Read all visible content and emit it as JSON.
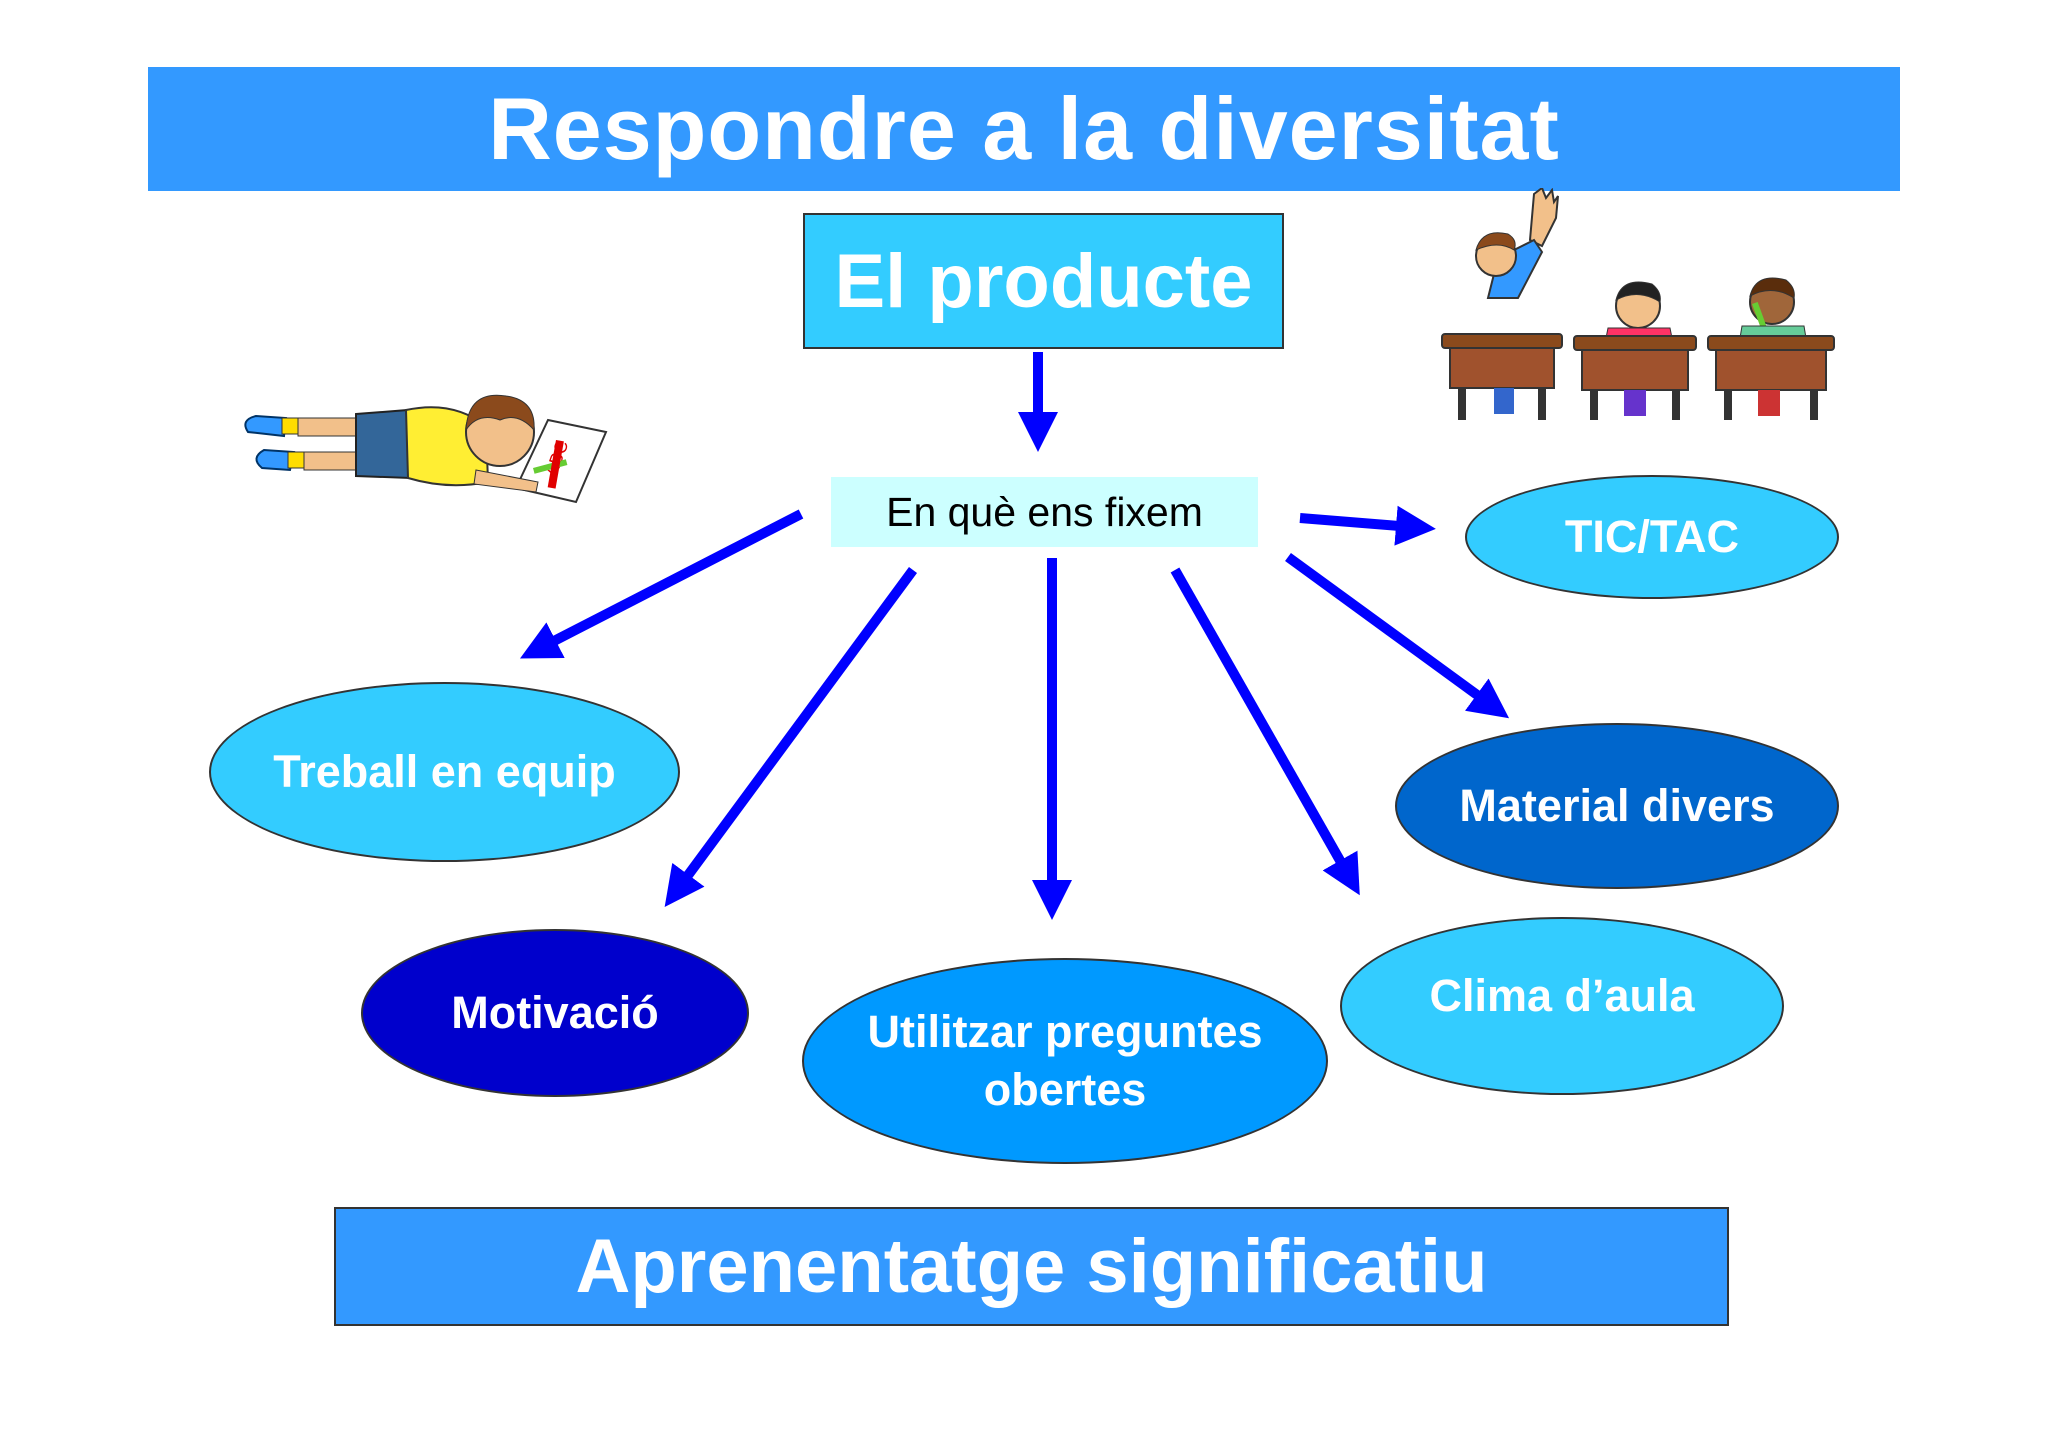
{
  "title": "Respondre a la diversitat",
  "product": "El producte",
  "focus": "En què ens fixem",
  "nodes": {
    "tic": "TIC/TAC",
    "treball": "Treball en equip",
    "material": "Material divers",
    "motivacio": "Motivació",
    "utilitzar": "Utilitzar preguntes obertes",
    "clima": "Clima d’aula"
  },
  "conclusion": "Aprenentatge significatiu",
  "colors": {
    "banner": "#3399ff",
    "light_cyan": "#33ccff",
    "arrow": "#0000ff",
    "dark_blue": "#0000cc",
    "mid_blue": "#0066cc",
    "sky_blue": "#0099ff"
  }
}
